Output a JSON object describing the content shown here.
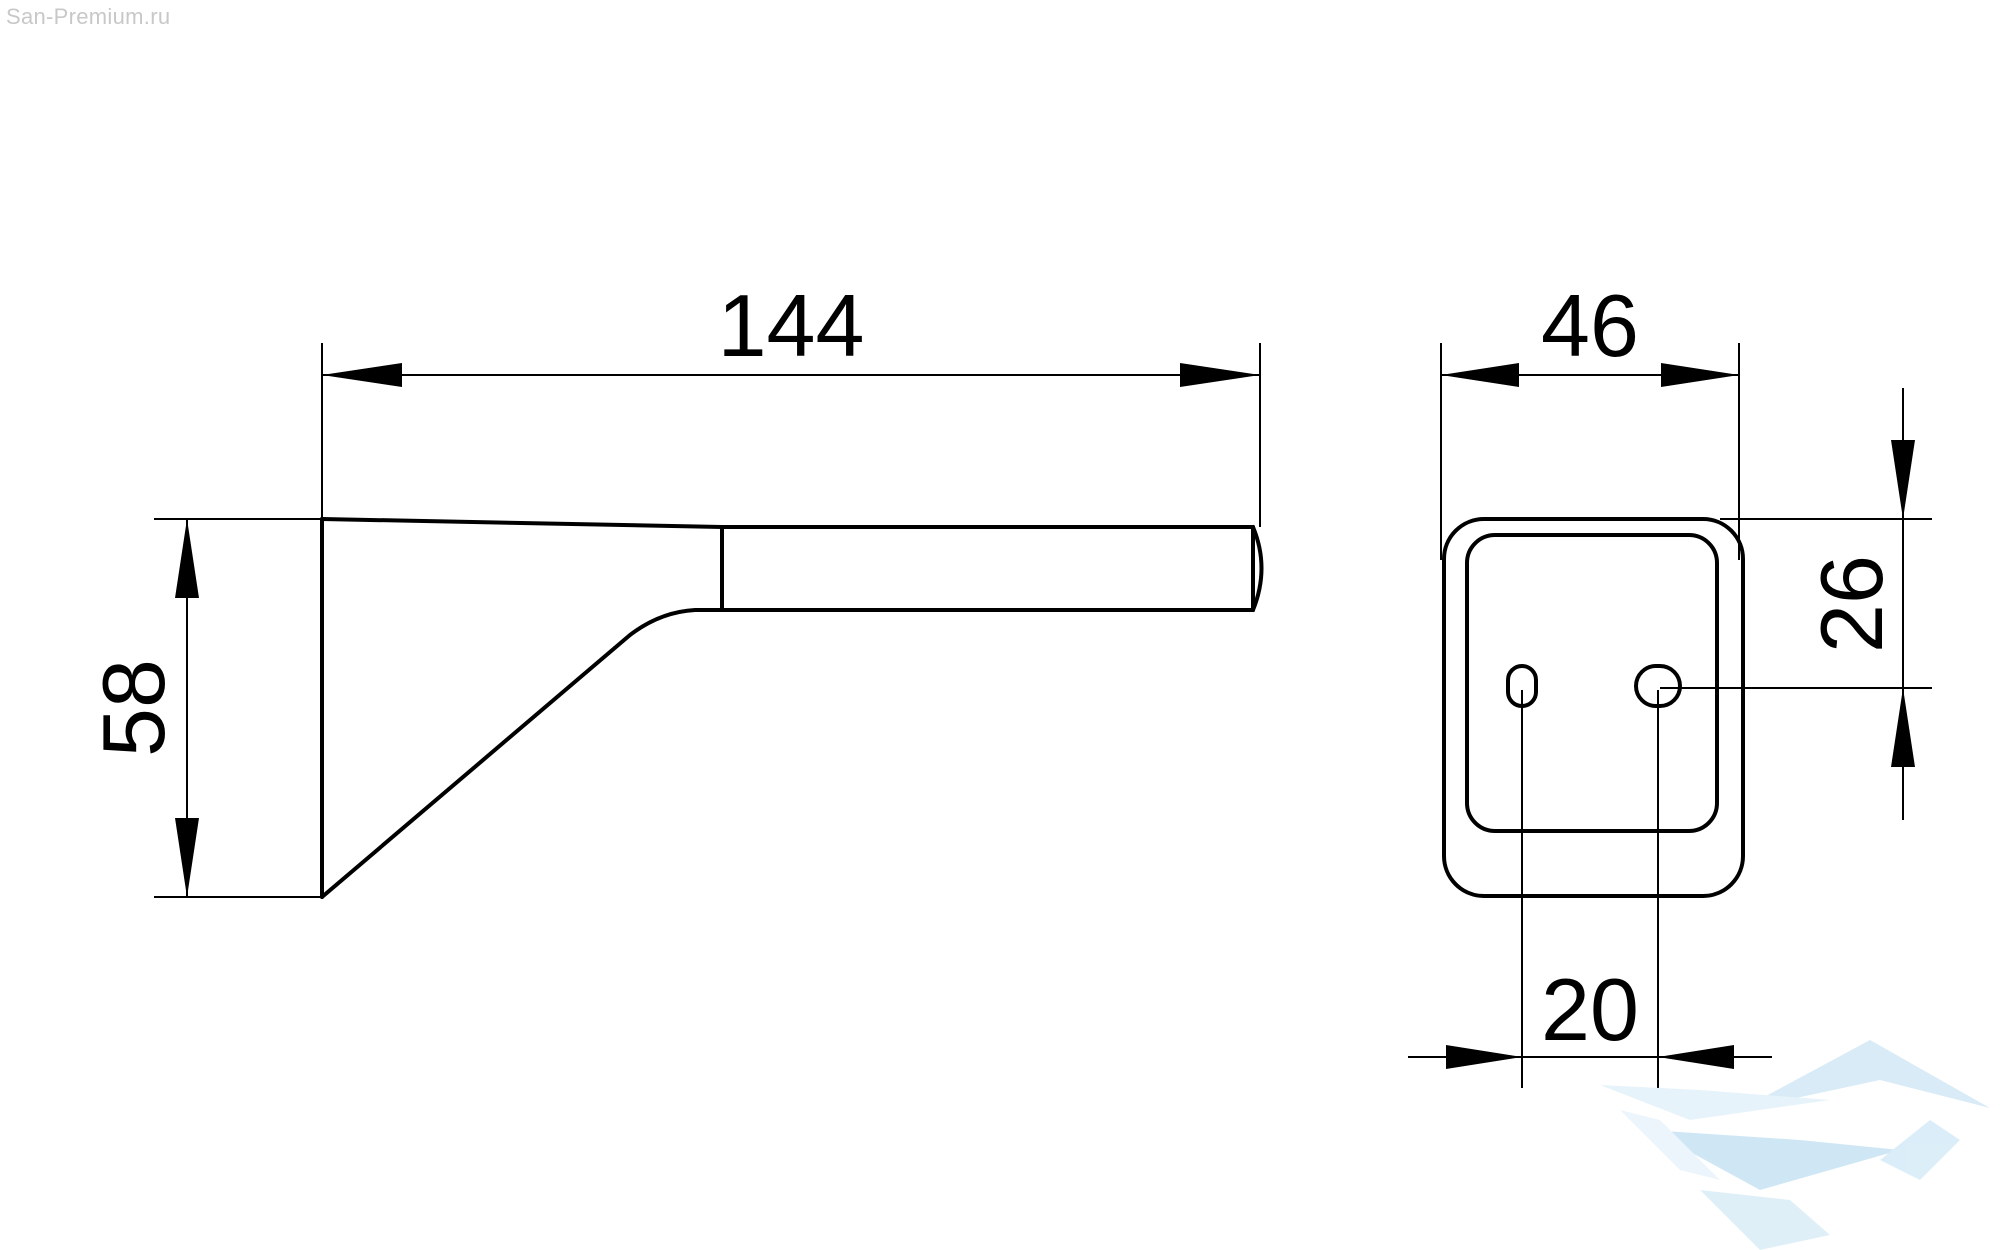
{
  "watermark": {
    "text": "San-Premium.ru"
  },
  "side_view": {
    "width_label": "144",
    "height_label": "58"
  },
  "front_view": {
    "width_label": "46",
    "hole_offset_label": "26",
    "hole_spacing_label": "20"
  },
  "logo": {
    "name": "bathtub-logo-icon",
    "color": "#cfe6f5"
  }
}
